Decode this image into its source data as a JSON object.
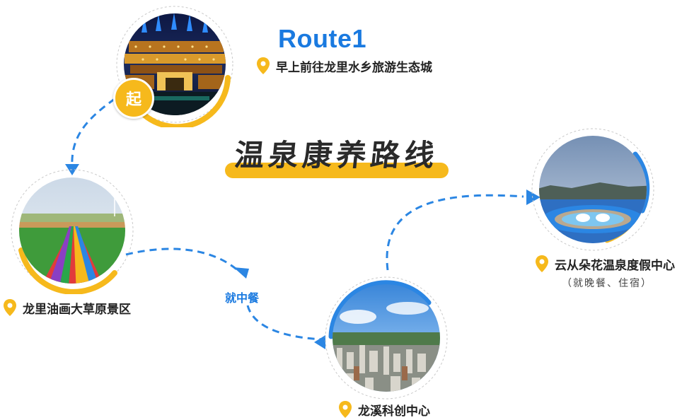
{
  "route_title": "Route1",
  "main_title": "温泉康养路线",
  "start_badge": "起",
  "lunch_label": "就中餐",
  "stops": [
    {
      "name": "早上前往龙里水乡旅游生态城"
    },
    {
      "name": "龙里油画大草原景区"
    },
    {
      "name": "龙溪科创中心"
    },
    {
      "name": "云从朵花温泉度假中心",
      "note": "（就晚餐、住宿）"
    }
  ],
  "colors": {
    "accent_blue": "#1a7ae0",
    "accent_yellow": "#f6b91c",
    "path_blue": "#2b86e3"
  },
  "icons": [
    "location-pin-icon",
    "arrow-head-icon"
  ]
}
